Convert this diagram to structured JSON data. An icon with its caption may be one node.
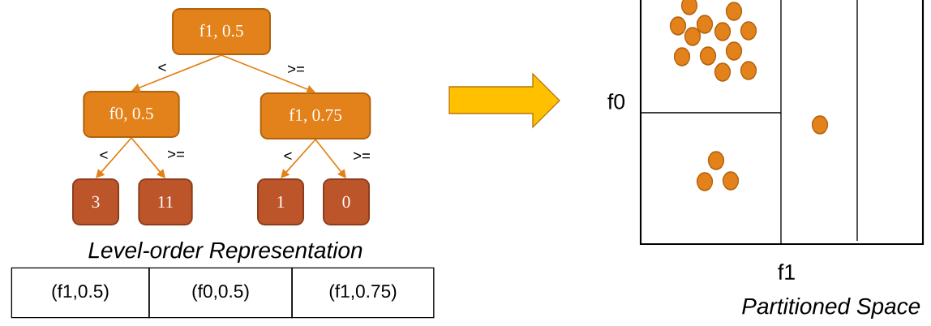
{
  "diagram": {
    "nodes": [
      {
        "text": [
          "f1, 0.5"
        ]
      },
      {
        "text": [
          "f0, 0.5"
        ]
      },
      {
        "text": [
          "f1, 0.75"
        ]
      },
      {
        "text": [
          "3"
        ]
      },
      {
        "text": [
          "11"
        ]
      },
      {
        "text": [
          "1"
        ]
      },
      {
        "text": [
          "0"
        ]
      }
    ],
    "edges": [
      {
        "from": 0,
        "to": 1,
        "arrow": "to",
        "label": "<"
      },
      {
        "from": 0,
        "to": 2,
        "arrow": "to",
        "label": ">="
      },
      {
        "from": 1,
        "to": 3,
        "arrow": "to",
        "label": "<"
      },
      {
        "from": 1,
        "to": 4,
        "arrow": "to",
        "label": ">="
      },
      {
        "from": 2,
        "to": 5,
        "arrow": "to",
        "label": "<"
      },
      {
        "from": 2,
        "to": 6,
        "arrow": "to",
        "label": ">="
      }
    ],
    "labels": [
      "Level-order Representation",
      "(f1,0.5)",
      "(f0,0.5)",
      "(f1,0.75)",
      "f0",
      "f1",
      "Partitioned Space"
    ]
  }
}
